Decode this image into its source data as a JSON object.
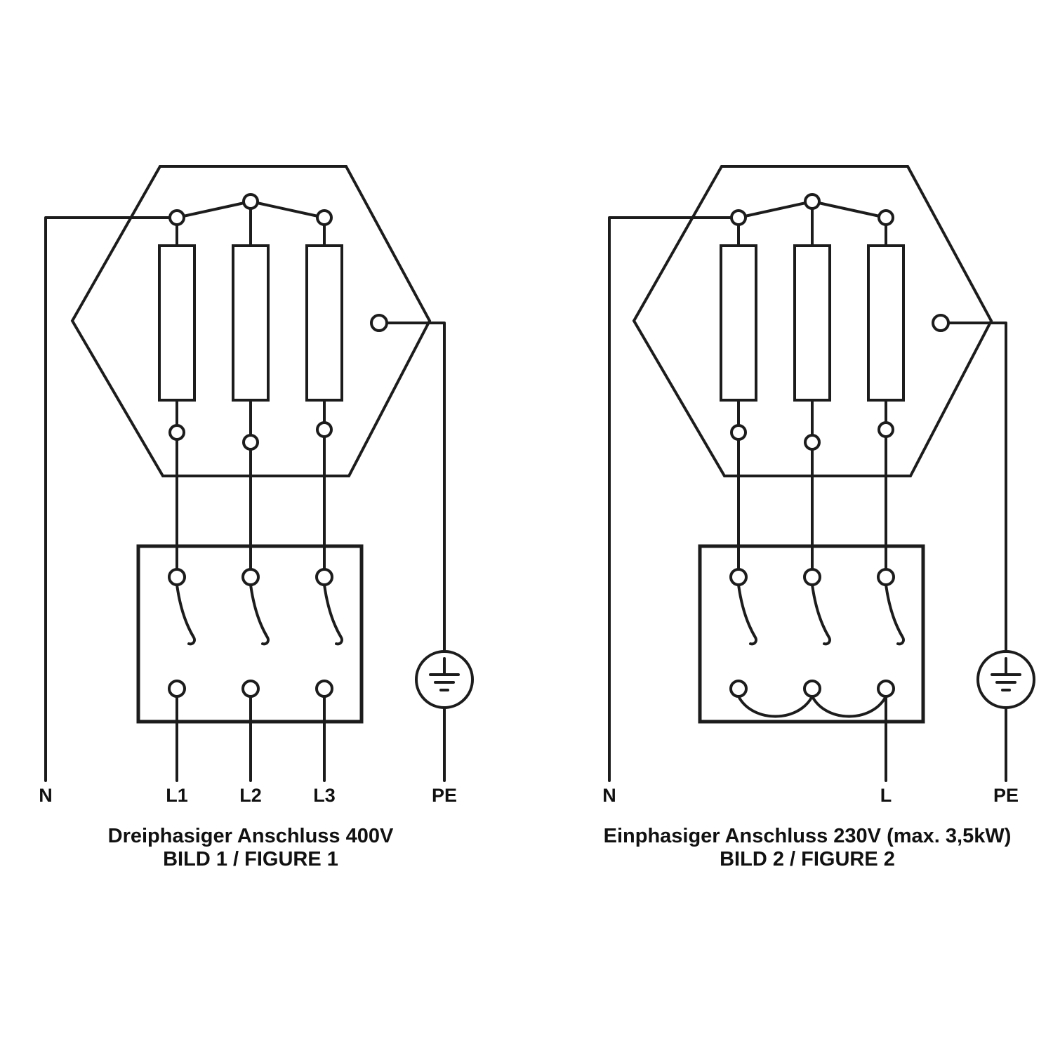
{
  "colors": {
    "line": "#1c1c1c",
    "background": "#ffffff"
  },
  "icons": {
    "protective_earth": "earth-ground-icon"
  },
  "figure1": {
    "labels": {
      "n": "N",
      "l1": "L1",
      "l2": "L2",
      "l3": "L3",
      "pe": "PE"
    },
    "caption": {
      "line1": "Dreiphasiger Anschluss 400V",
      "line2": "BILD 1 / FIGURE 1"
    }
  },
  "figure2": {
    "labels": {
      "n": "N",
      "l": "L",
      "pe": "PE"
    },
    "caption": {
      "line1": "Einphasiger Anschluss 230V (max. 3,5kW)",
      "line2": "BILD 2 / FIGURE 2"
    }
  }
}
